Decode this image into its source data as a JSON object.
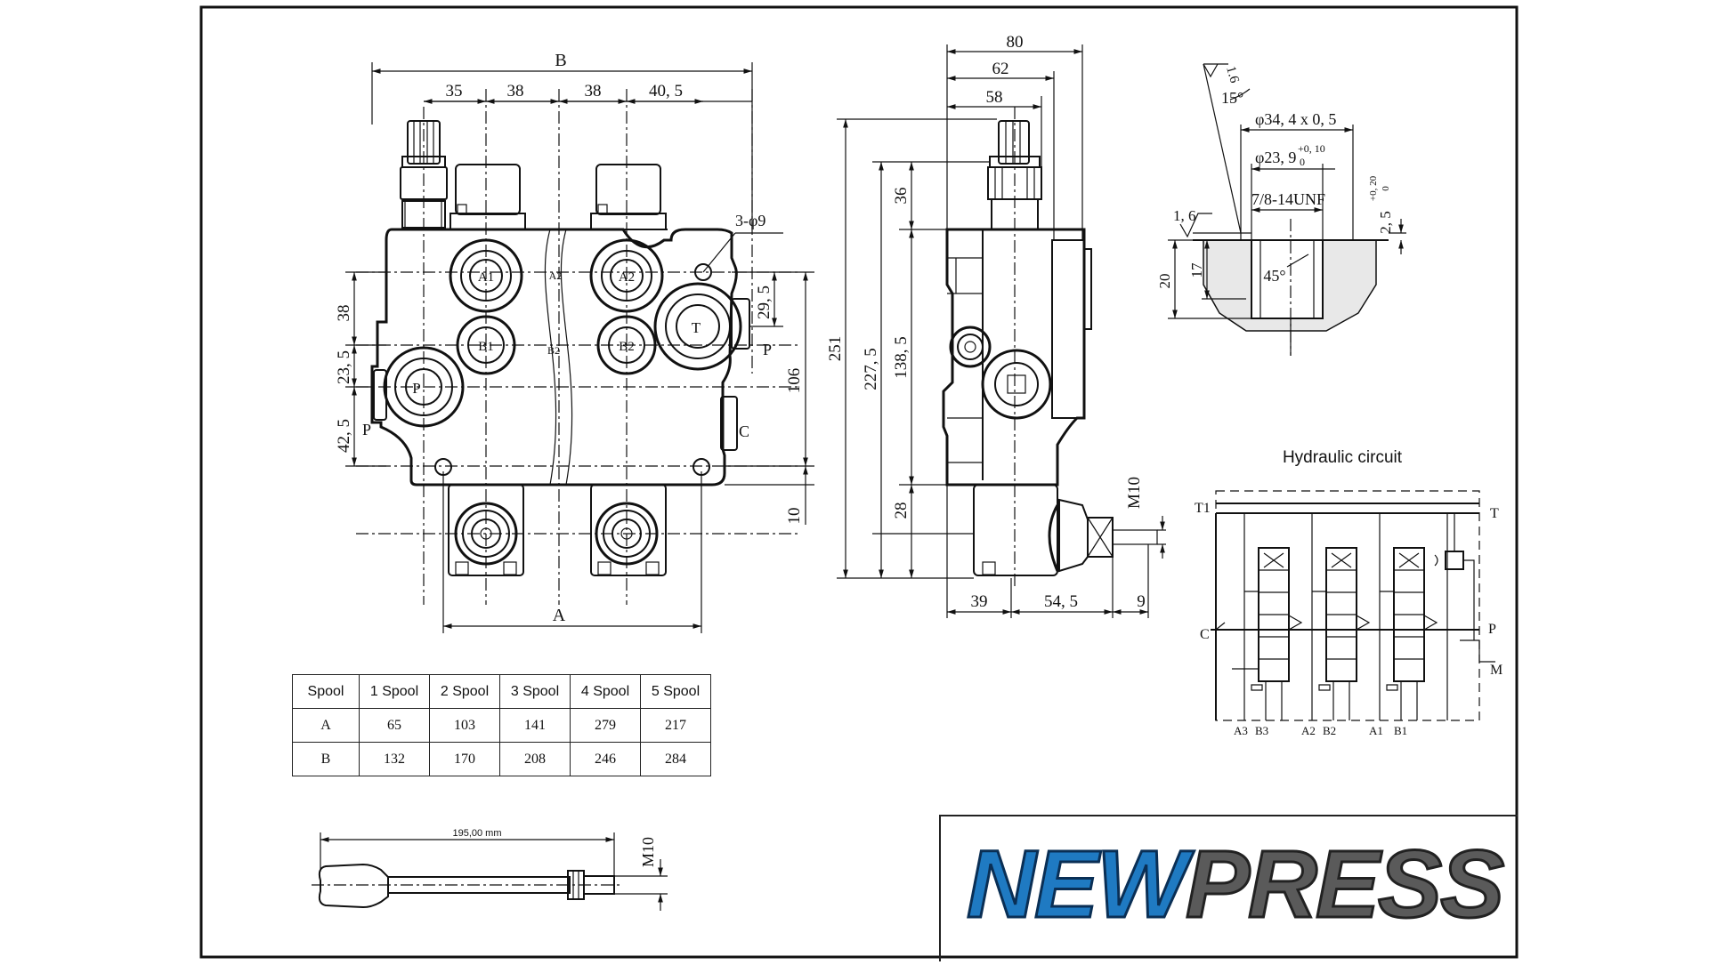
{
  "front_view": {
    "dim_B": "B",
    "dim_35": "35",
    "dim_38a": "38",
    "dim_38b": "38",
    "dim_40_5": "40, 5",
    "dim_A": "A",
    "dim_38_left": "38",
    "dim_23_5": "23, 5",
    "dim_42_5": "42, 5",
    "dim_29_5": "29, 5",
    "dim_106": "106",
    "dim_10": "10",
    "hole_note": "3-φ9",
    "port_A1": "A1",
    "port_A2": "A2",
    "port_A2_mid": "A2",
    "port_B1": "B1",
    "port_B2": "B2",
    "port_B2_mid": "B2",
    "port_P_circle": "P",
    "port_T": "T",
    "label_P_left": "P",
    "label_P_right": "P",
    "label_C": "C"
  },
  "side_view": {
    "dim_80": "80",
    "dim_62": "62",
    "dim_58": "58",
    "dim_36": "36",
    "dim_251": "251",
    "dim_227_5": "227, 5",
    "dim_138_5": "138, 5",
    "dim_28": "28",
    "dim_39": "39",
    "dim_54_5": "54, 5",
    "dim_9": "9",
    "dim_M10": "M10"
  },
  "port_detail": {
    "surface": "1.6",
    "angle_15": "15°",
    "dia_34": "φ34, 4 x 0, 5",
    "dia_23": "φ23, 9",
    "dia_23_tol_top": "+0, 10",
    "dia_23_tol_bot": "0",
    "thread": "7/8-14UNF",
    "surface_left": "1, 6",
    "depth_2_5": "2, 5",
    "depth_tol_top": "+0, 20",
    "depth_tol_bot": "0",
    "dim_20": "20",
    "dim_17": "17",
    "angle_45": "45°"
  },
  "hydraulic_circuit": {
    "title": "Hydraulic circuit",
    "T1": "T1",
    "T": "T",
    "C": "C",
    "P": "P",
    "M": "M",
    "ports": [
      "A3",
      "B3",
      "A2",
      "B2",
      "A1",
      "B1"
    ]
  },
  "spool_table": {
    "header": [
      "Spool",
      "1 Spool",
      "2 Spool",
      "3 Spool",
      "4 Spool",
      "5 Spool"
    ],
    "rows": [
      [
        "A",
        "65",
        "103",
        "141",
        "279",
        "217"
      ],
      [
        "B",
        "132",
        "170",
        "208",
        "246",
        "284"
      ]
    ]
  },
  "lever": {
    "length": "195,00 mm",
    "thread": "M10"
  },
  "logo": {
    "part1": "NEW",
    "part2": "PRESS"
  }
}
